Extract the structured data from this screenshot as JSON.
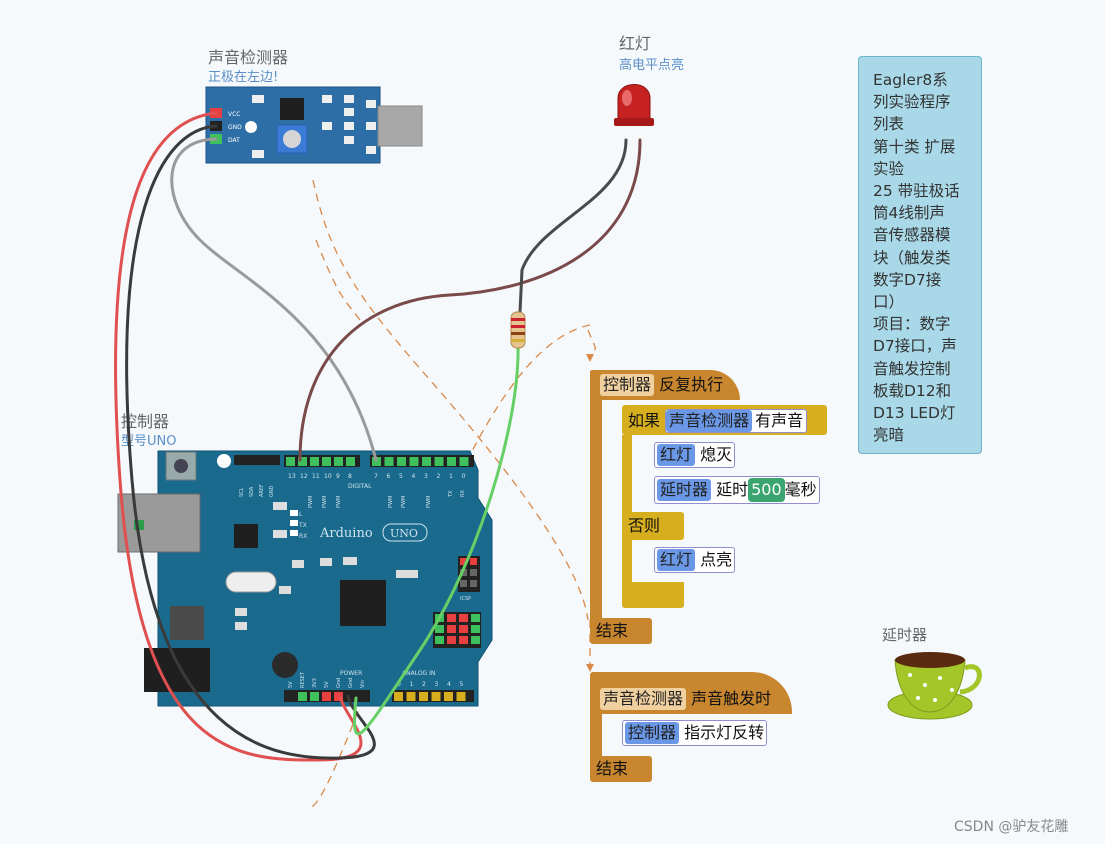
{
  "sound_sensor": {
    "title": "声音检测器",
    "subtitle": "正极在左边!",
    "pins": [
      "VCC",
      "GND",
      "DAT"
    ]
  },
  "led": {
    "title": "红灯",
    "subtitle": "高电平点亮"
  },
  "controller": {
    "title": "控制器",
    "subtitle": "型号UNO",
    "board_text": "Arduino",
    "board_model": "UNO",
    "digital_label": "DIGITAL",
    "power_label": "POWER",
    "analog_label": "ANALOG IN",
    "icsp_label": "ICSP",
    "led_labels": [
      "L",
      "TX",
      "RX"
    ],
    "power_pins": [
      "5V",
      "RESET",
      "3V3",
      "5V",
      "Gnd",
      "Gnd",
      "Vin"
    ],
    "analog_pins": [
      "0",
      "1",
      "2",
      "3",
      "4",
      "5"
    ],
    "digital_pins_left": [
      "13",
      "12",
      "11",
      "10",
      "9",
      "8"
    ],
    "digital_pins_right": [
      "7",
      "6",
      "5",
      "4",
      "3",
      "2",
      "1",
      "0"
    ],
    "top_left_labels": [
      "SCL",
      "SDA",
      "AREF",
      "GND"
    ],
    "pwm_mark": "PWM",
    "tx_rx": [
      "TX",
      "RX"
    ]
  },
  "timer": {
    "title": "延时器"
  },
  "info": {
    "lines": [
      "Eagler8系",
      "列实验程序",
      "列表",
      "第十类 扩展",
      "实验",
      "25 带驻极话",
      "筒4线制声",
      "音传感器模",
      "块（触发类",
      "数字D7接",
      "口）",
      "项目：数字",
      "D7接口，声",
      "音触发控制",
      "板载D12和",
      "D13 LED灯",
      "亮暗"
    ]
  },
  "program_main": {
    "controller": "控制器",
    "loop": "反复执行",
    "if": "如果",
    "sensor": "声音检测器",
    "has_sound": "有声音",
    "led": "红灯",
    "off": "熄灭",
    "delay_dev": "延时器",
    "delay": "延时",
    "delay_value": "500",
    "ms": "毫秒",
    "else": "否则",
    "led2": "红灯",
    "on": "点亮",
    "end": "结束"
  },
  "program_event": {
    "sensor": "声音检测器",
    "trigger": "声音触发时",
    "controller": "控制器",
    "toggle": "指示灯反转",
    "end": "结束"
  },
  "watermark": "CSDN @驴友花雕",
  "colors": {
    "board": "#1a6a8d",
    "sensor_board": "#2d6ea6",
    "wire_red": "#e05050",
    "wire_black": "#3a3a3a",
    "wire_gray": "#9a9a9a",
    "wire_brown": "#7a4a4a",
    "wire_green": "#66d066",
    "dashed": "#d98a4a",
    "block_orange": "#c8862f",
    "block_yellow": "#d7ae1e",
    "chip_blue": "#6a98e6",
    "number_green": "#3aa56f",
    "info_box": "#a9d9e8"
  }
}
